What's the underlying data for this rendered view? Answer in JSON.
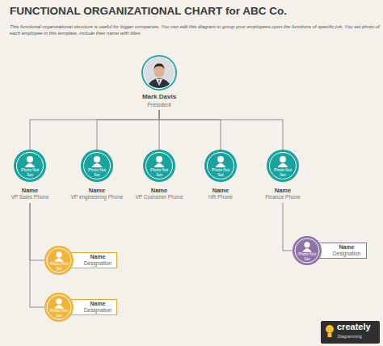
{
  "diagram": {
    "title": "FUNCTIONAL ORGANIZATIONAL CHART for ABC Co.",
    "nodes": [
      {
        "text": [
          "Mark Davis",
          "President"
        ]
      },
      {
        "text": [
          "Photo Not Set",
          "Name",
          "VP Sales Phone"
        ]
      },
      {
        "text": [
          "Photo Not Set",
          "Name",
          "VP engineering Phone"
        ]
      },
      {
        "text": [
          "Photo Not Set",
          "Name",
          "VP Customer Phone"
        ]
      },
      {
        "text": [
          "Photo Not Set",
          "Name",
          "HR Phone"
        ]
      },
      {
        "text": [
          "Photo Not Set",
          "Name",
          "Finance Phone"
        ]
      },
      {
        "text": [
          "Photo Not Set",
          "Name",
          "Designation"
        ]
      },
      {
        "text": [
          "Photo Not Set",
          "Name",
          "Designation"
        ]
      },
      {
        "text": [
          "Photo Not Set",
          "Name",
          "Designation"
        ]
      }
    ],
    "edges": [
      {
        "from": 0,
        "to": 1,
        "arrow": "none"
      },
      {
        "from": 0,
        "to": 2,
        "arrow": "none"
      },
      {
        "from": 0,
        "to": 3,
        "arrow": "none"
      },
      {
        "from": 0,
        "to": 4,
        "arrow": "none"
      },
      {
        "from": 0,
        "to": 5,
        "arrow": "none"
      },
      {
        "from": 1,
        "to": 6,
        "arrow": "none"
      },
      {
        "from": 1,
        "to": 7,
        "arrow": "none"
      },
      {
        "from": 5,
        "to": 8,
        "arrow": "none"
      }
    ],
    "labels": [
      "This functional organizational structure is useful for bigger companies. You can edit this diagram to group your employees upon the functions of specific job. You set photo of each employee in this template, include their name with titles.",
      "creately",
      "Diagramming"
    ]
  }
}
